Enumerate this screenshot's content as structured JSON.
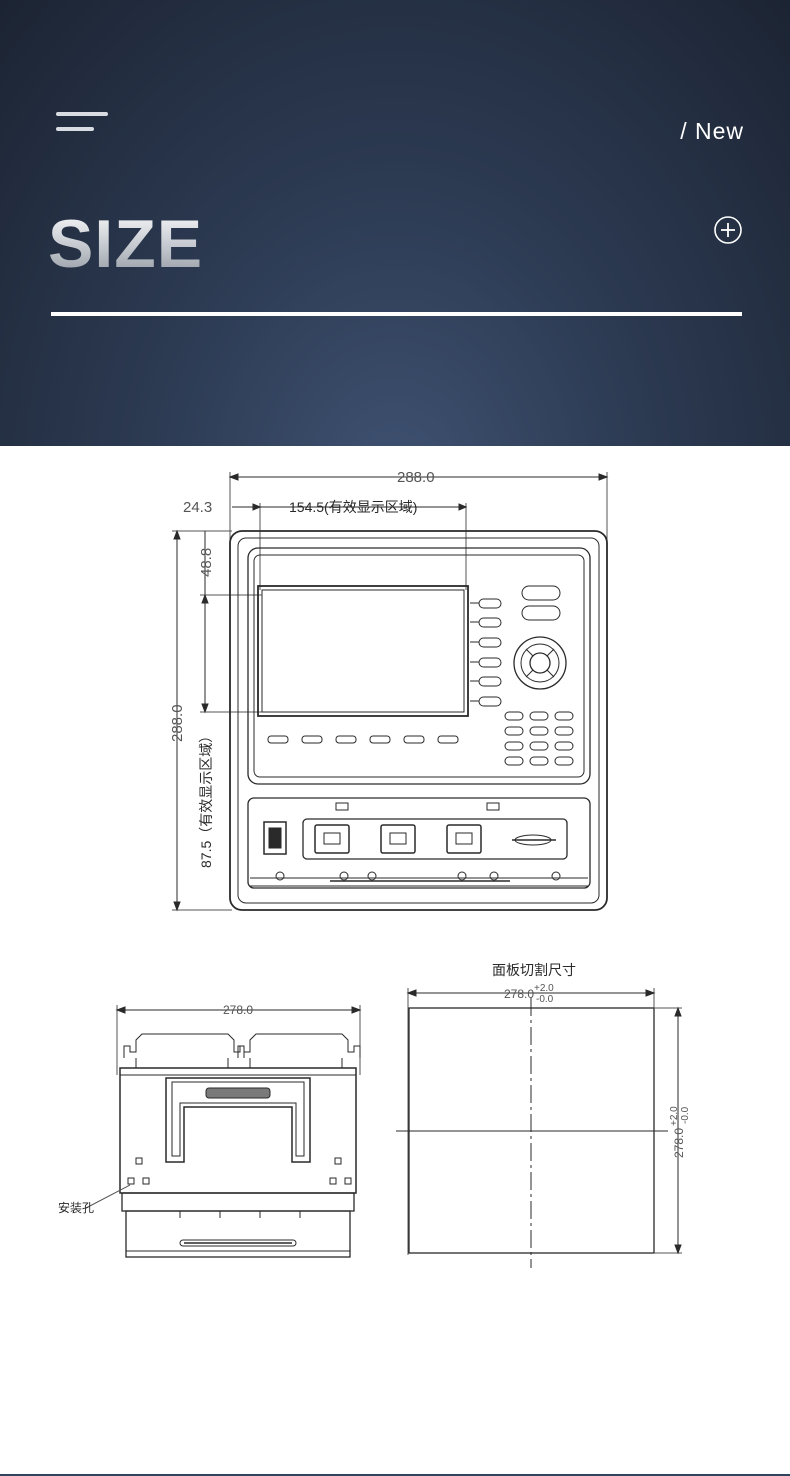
{
  "header": {
    "menu_icon": "hamburger-menu-icon",
    "tag": "/ New",
    "title": "SIZE",
    "expand_icon": "plus-circle-icon",
    "colors": {
      "background_dark": "#1c2433",
      "background_light": "#3f5272",
      "text": "#ffffff"
    }
  },
  "front_view": {
    "overall_width": "288.0",
    "left_offset": "24.3",
    "display_width": "154.5(有效显示区域)",
    "top_offset": "48.8",
    "overall_height": "288.0",
    "display_height": "87.5（有效显示区域）"
  },
  "side_view": {
    "width": "278.0",
    "mount_hole_label": "安装孔"
  },
  "cutout": {
    "title": "面板切割尺寸",
    "width": "278.0",
    "height": "278.0",
    "tol_plus": "+2.0",
    "tol_minus": "-0.0"
  }
}
